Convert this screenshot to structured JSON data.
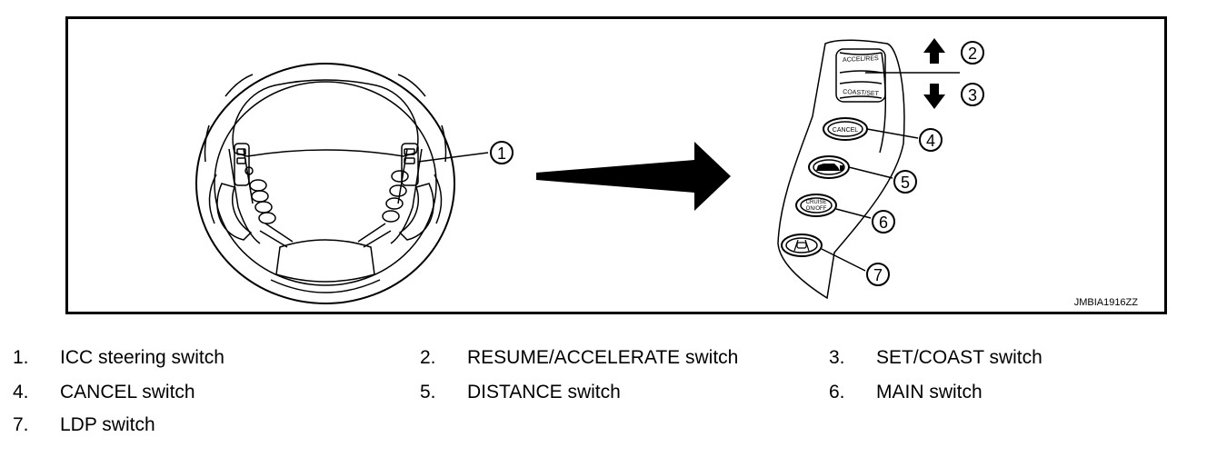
{
  "figure": {
    "code": "JMBIA1916ZZ",
    "callouts": [
      "1",
      "2",
      "3",
      "4",
      "5",
      "6",
      "7"
    ],
    "switch_labels": {
      "accel_res": "ACCEL/RES",
      "coast_set": "COAST/SET",
      "cancel": "CANCEL",
      "cruise_line1": "CRUISE",
      "cruise_line2": "ON/OFF"
    }
  },
  "legend": [
    {
      "num": "1.",
      "label": "ICC steering switch"
    },
    {
      "num": "2.",
      "label": "RESUME/ACCELERATE switch"
    },
    {
      "num": "3.",
      "label": "SET/COAST switch"
    },
    {
      "num": "4.",
      "label": "CANCEL switch"
    },
    {
      "num": "5.",
      "label": "DISTANCE switch"
    },
    {
      "num": "6.",
      "label": "MAIN switch"
    },
    {
      "num": "7.",
      "label": "LDP switch"
    }
  ]
}
